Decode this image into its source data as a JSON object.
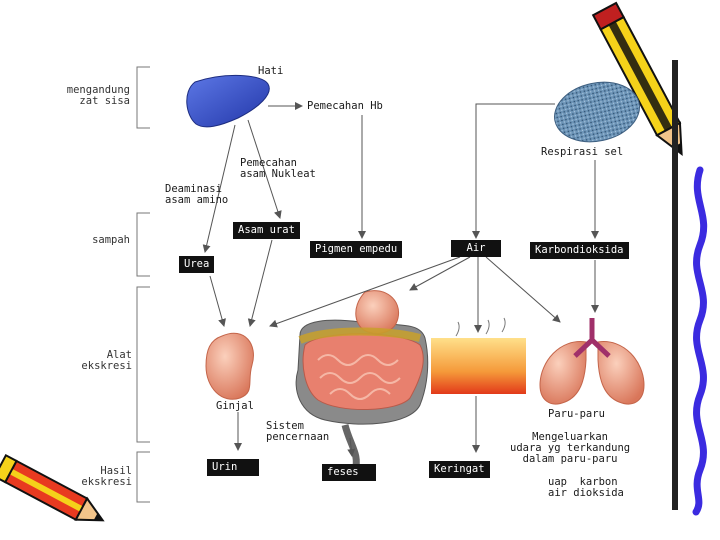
{
  "side_labels": {
    "waste": "mengandung\nzat sisa",
    "trash": "sampah",
    "organs": "Alat\nekskresi",
    "results": "Hasil\nekskresi"
  },
  "nodes": {
    "liver": "Hati",
    "hb": "Pemecahan Hb",
    "cell_resp": "Respirasi sel",
    "nucleic": "Pemecahan\nasam Nukleat",
    "deamination": "Deaminasi\nasam amino",
    "uric": "Asam urat",
    "bile": "Pigmen empedu",
    "water": "Air",
    "co2": "Karbondioksida",
    "urea": "Urea",
    "kidney": "Ginjal",
    "digestive": "Sistem\npencernaan",
    "lungs": "Paru-paru",
    "lung_out": "Mengeluarkan\nudara yg terkandung\ndalam paru-paru",
    "lung_products": "uap  karbon\nair dioksida",
    "urine": "Urin",
    "feces": "feses",
    "sweat": "Keringat"
  },
  "colors": {
    "liver": "#3a55c8",
    "organ": "#e89a7c",
    "skin_top": "#ffe08a",
    "skin_bottom": "#e23a1a",
    "lung_pipe": "#a0306a",
    "cell": "#5a86a8"
  }
}
